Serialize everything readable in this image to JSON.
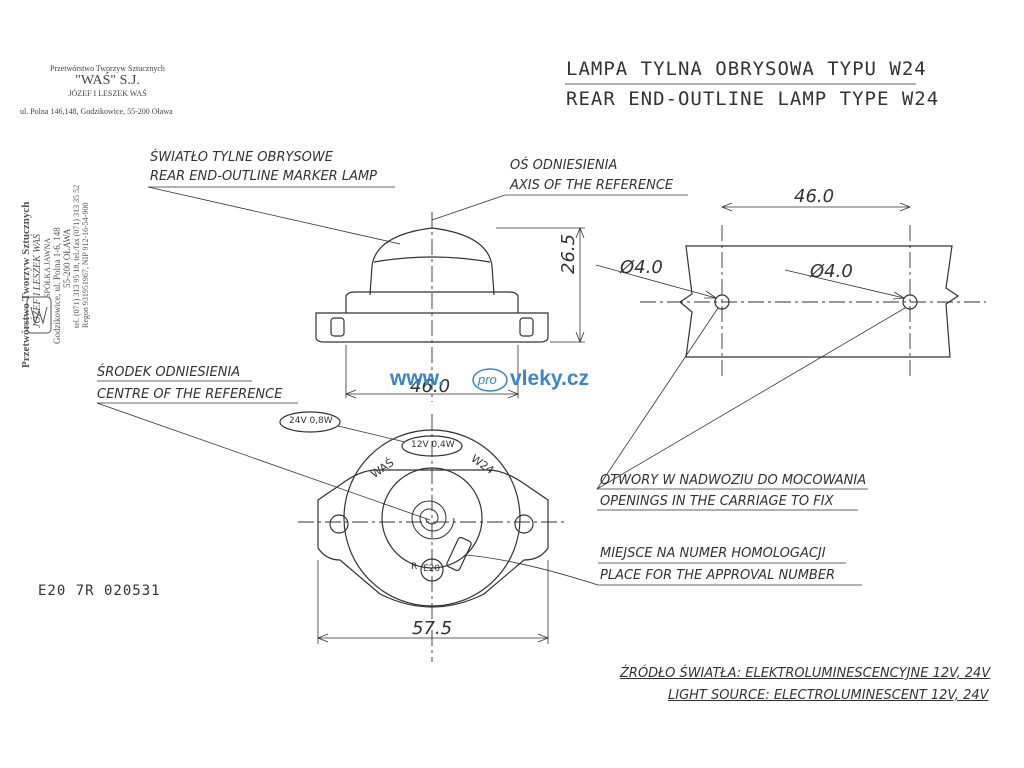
{
  "company": {
    "line1": "Przetwórstwo Tworzyw Sztucznych",
    "line2": "\"WAŚ\" S.J.",
    "line3": "JÓZEF I LESZEK WAŚ",
    "line4": "ul. Polna 146,148, Godzikowice, 55-200 Oława"
  },
  "stamp": {
    "line1": "Przetwórstwo Tworzyw Sztucznych",
    "line2": "JÓZEF I LESZEK WAŚ",
    "line3": "SPÓŁKA JAWNA",
    "line4": "Godzikowice, ul. Polna 1-6, 148",
    "line5": "55-200 OŁAWA",
    "line6": "tel. (071) 313 95 18, tel./fax (071) 313 35 52",
    "line7": "Regon 931951967, NIP 912-16-54-900"
  },
  "title": {
    "pl": "LAMPA TYLNA OBRYSOWA TYPU W24",
    "en": "REAR END-OUTLINE LAMP TYPE W24"
  },
  "labels": {
    "lamp_pl": "ŚWIATŁO TYLNE OBRYSOWE",
    "lamp_en": "REAR END-OUTLINE MARKER LAMP",
    "axis_pl": "OŚ ODNIESIENIA",
    "axis_en": "AXIS OF THE REFERENCE",
    "centre_pl": "ŚRODEK ODNIESIENIA",
    "centre_en": "CENTRE OF THE REFERENCE",
    "openings_pl": "OTWORY W NADWOZIU DO MOCOWANIA",
    "openings_en": "OPENINGS IN THE CARRIAGE TO FIX",
    "approval_pl": "MIEJSCE NA NUMER HOMOLOGACJI",
    "approval_en": "PLACE FOR THE APPROVAL NUMBER",
    "source_pl": "ŹRÓDŁO ŚWIATŁA: ELEKTROLUMINESCENCYJNE 12V, 24V",
    "source_en": "LIGHT SOURCE: ELECTROLUMINESCENT 12V, 24V"
  },
  "dimensions": {
    "height": "26.5",
    "width_side": "46.0",
    "width_holes": "46.0",
    "hole_left": "Ø4.0",
    "hole_right": "Ø4.0",
    "width_front": "57.5"
  },
  "markings": {
    "v24": "24V 0,8W",
    "v12": "12V 0,4W",
    "was": "WAŚ",
    "w24": "W24",
    "r": "R",
    "e20": "E20",
    "approval_code": "E20   7R  020531"
  },
  "watermark": {
    "left": "www.",
    "mid": "pro",
    "right": "vleky.cz"
  }
}
